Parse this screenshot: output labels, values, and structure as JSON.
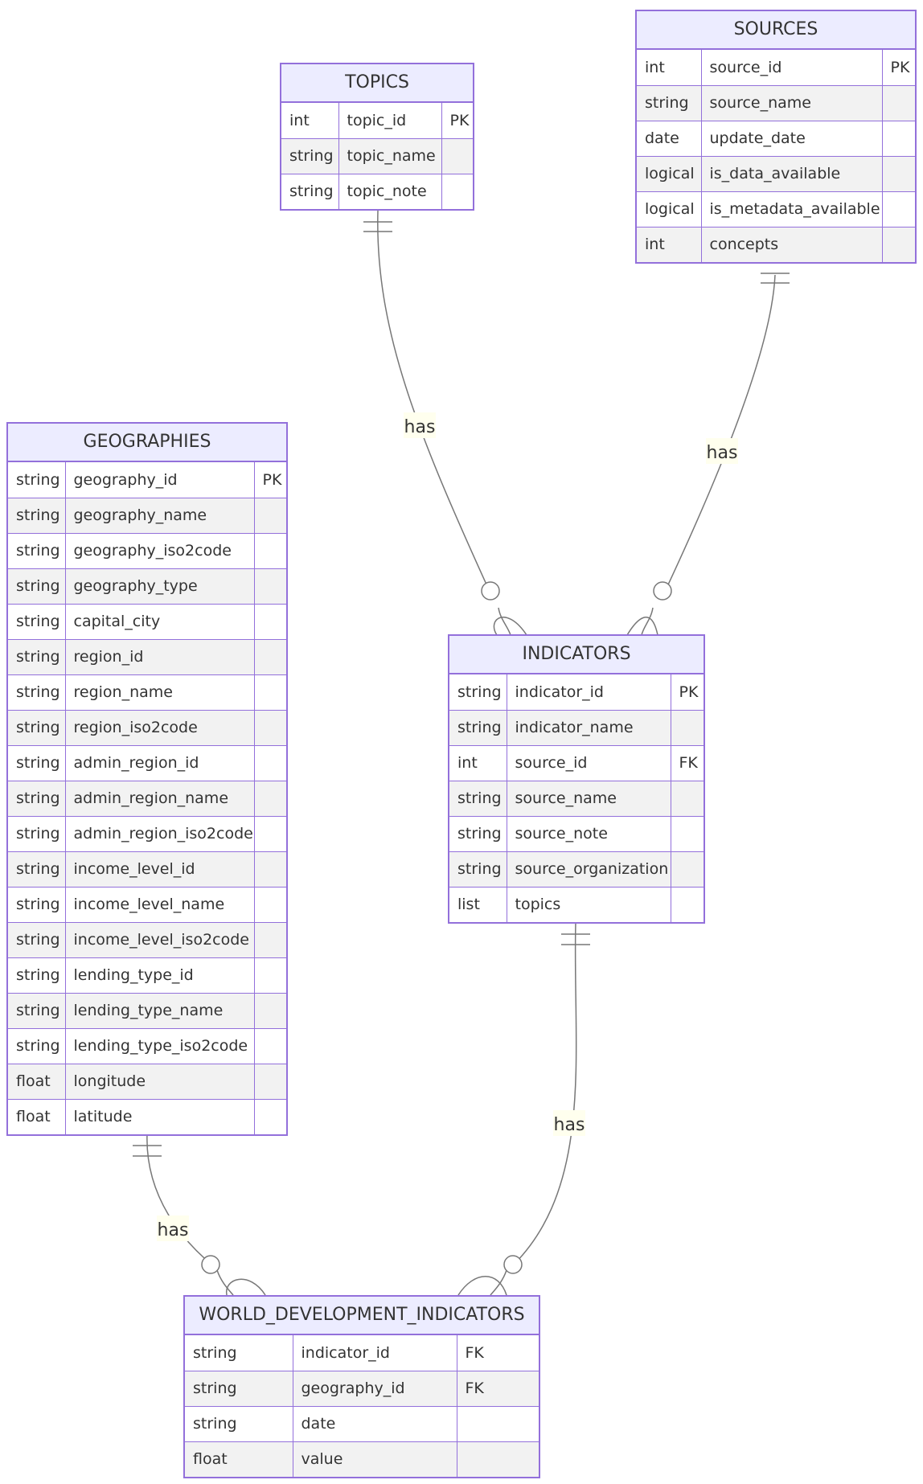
{
  "entities": [
    {
      "id": "topics",
      "name": "TOPICS",
      "attributes": [
        {
          "type": "int",
          "name": "topic_id",
          "key": "PK"
        },
        {
          "type": "string",
          "name": "topic_name",
          "key": ""
        },
        {
          "type": "string",
          "name": "topic_note",
          "key": ""
        }
      ]
    },
    {
      "id": "sources",
      "name": "SOURCES",
      "attributes": [
        {
          "type": "int",
          "name": "source_id",
          "key": "PK"
        },
        {
          "type": "string",
          "name": "source_name",
          "key": ""
        },
        {
          "type": "date",
          "name": "update_date",
          "key": ""
        },
        {
          "type": "logical",
          "name": "is_data_available",
          "key": ""
        },
        {
          "type": "logical",
          "name": "is_metadata_available",
          "key": ""
        },
        {
          "type": "int",
          "name": "concepts",
          "key": ""
        }
      ]
    },
    {
      "id": "geographies",
      "name": "GEOGRAPHIES",
      "attributes": [
        {
          "type": "string",
          "name": "geography_id",
          "key": "PK"
        },
        {
          "type": "string",
          "name": "geography_name",
          "key": ""
        },
        {
          "type": "string",
          "name": "geography_iso2code",
          "key": ""
        },
        {
          "type": "string",
          "name": "geography_type",
          "key": ""
        },
        {
          "type": "string",
          "name": "capital_city",
          "key": ""
        },
        {
          "type": "string",
          "name": "region_id",
          "key": ""
        },
        {
          "type": "string",
          "name": "region_name",
          "key": ""
        },
        {
          "type": "string",
          "name": "region_iso2code",
          "key": ""
        },
        {
          "type": "string",
          "name": "admin_region_id",
          "key": ""
        },
        {
          "type": "string",
          "name": "admin_region_name",
          "key": ""
        },
        {
          "type": "string",
          "name": "admin_region_iso2code",
          "key": ""
        },
        {
          "type": "string",
          "name": "income_level_id",
          "key": ""
        },
        {
          "type": "string",
          "name": "income_level_name",
          "key": ""
        },
        {
          "type": "string",
          "name": "income_level_iso2code",
          "key": ""
        },
        {
          "type": "string",
          "name": "lending_type_id",
          "key": ""
        },
        {
          "type": "string",
          "name": "lending_type_name",
          "key": ""
        },
        {
          "type": "string",
          "name": "lending_type_iso2code",
          "key": ""
        },
        {
          "type": "float",
          "name": "longitude",
          "key": ""
        },
        {
          "type": "float",
          "name": "latitude",
          "key": ""
        }
      ]
    },
    {
      "id": "indicators",
      "name": "INDICATORS",
      "attributes": [
        {
          "type": "string",
          "name": "indicator_id",
          "key": "PK"
        },
        {
          "type": "string",
          "name": "indicator_name",
          "key": ""
        },
        {
          "type": "int",
          "name": "source_id",
          "key": "FK"
        },
        {
          "type": "string",
          "name": "source_name",
          "key": ""
        },
        {
          "type": "string",
          "name": "source_note",
          "key": ""
        },
        {
          "type": "string",
          "name": "source_organization",
          "key": ""
        },
        {
          "type": "list",
          "name": "topics",
          "key": ""
        }
      ]
    },
    {
      "id": "wdi",
      "name": "WORLD_DEVELOPMENT_INDICATORS",
      "attributes": [
        {
          "type": "string",
          "name": "indicator_id",
          "key": "FK"
        },
        {
          "type": "string",
          "name": "geography_id",
          "key": "FK"
        },
        {
          "type": "string",
          "name": "date",
          "key": ""
        },
        {
          "type": "float",
          "name": "value",
          "key": ""
        }
      ]
    }
  ],
  "relationships": [
    {
      "id": "topics-indicators",
      "from": "topics",
      "to": "indicators",
      "label": "has",
      "from_cardinality": "exactly-one",
      "to_cardinality": "zero-or-many"
    },
    {
      "id": "sources-indicators",
      "from": "sources",
      "to": "indicators",
      "label": "has",
      "from_cardinality": "exactly-one",
      "to_cardinality": "zero-or-many"
    },
    {
      "id": "geographies-wdi",
      "from": "geographies",
      "to": "wdi",
      "label": "has",
      "from_cardinality": "exactly-one",
      "to_cardinality": "zero-or-many"
    },
    {
      "id": "indicators-wdi",
      "from": "indicators",
      "to": "wdi",
      "label": "has",
      "from_cardinality": "exactly-one",
      "to_cardinality": "zero-or-many"
    }
  ],
  "colors": {
    "entity_border": "#9370DB",
    "entity_header": "#ECECFF",
    "row_alt": "#f2f2f2",
    "edge": "#777777",
    "label_bg": "#ffffee"
  }
}
